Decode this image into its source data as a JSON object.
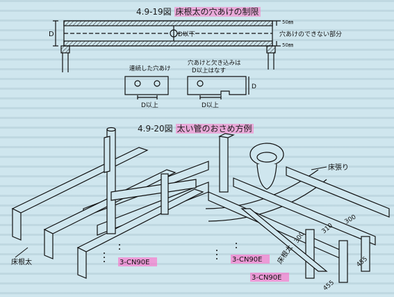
{
  "figure1": {
    "number": "4.9-19図",
    "title": "床根太の穴あけの制限",
    "label_D": "D",
    "label_d_below": "D以下",
    "label_50_top": "50㎜",
    "label_50_bottom": "50㎜",
    "label_no_hole": "穴あけのできない部分",
    "label_continuous": "連続した穴あけ",
    "label_hole_notch": "穴あけと欠き込みは",
    "label_hole_notch2": "D以上はなす",
    "label_D_right": "D",
    "label_d_above_left": "D以上",
    "label_d_above_right": "D以上"
  },
  "figure2": {
    "number": "4.9-20図",
    "title": "太い管のおさめ方例",
    "label_joist": "床根太",
    "label_nail_left": "3-CN90E",
    "label_floor": "床張り",
    "label_nail_right1": "3-CN90E",
    "label_nail_right2": "3-CN90E",
    "label_joist_right": "床根太",
    "dim_300a": "300",
    "dim_310": "310",
    "dim_300b": "300",
    "dim_455a": "455",
    "dim_455b": "455"
  },
  "colors": {
    "highlight": "#ff69c8",
    "paper": "#cfe6ee",
    "ink": "#111111"
  }
}
